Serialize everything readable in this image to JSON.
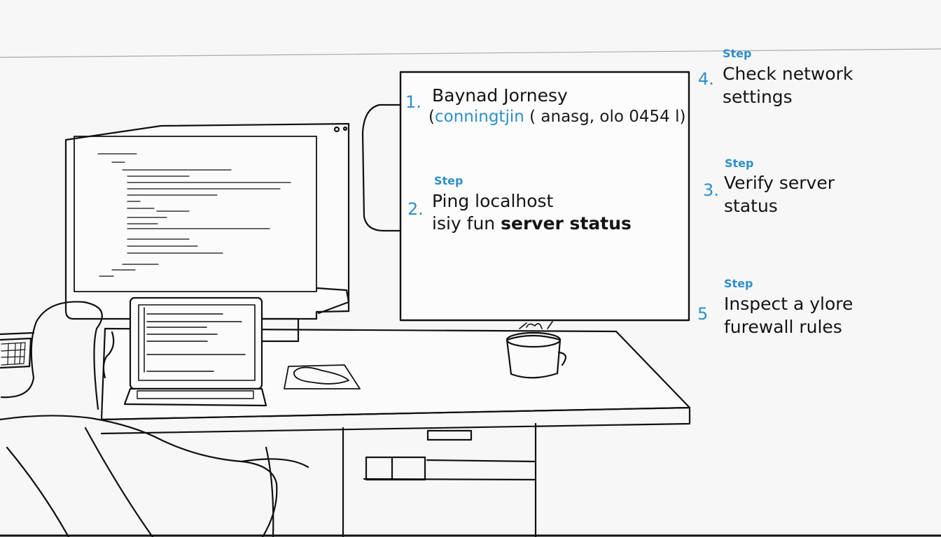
{
  "panel": {
    "step1": {
      "number": "1.",
      "title": "Baynad Jornesy",
      "detail_open": "(",
      "detail_highlight": "conningtjin",
      "detail_rest": " ( anasg, olo 0454 l)"
    },
    "step2": {
      "tag": "Step",
      "number": "2.",
      "title": "Ping localhost",
      "detail_prefix": "isiy fun ",
      "detail_bold": "server status"
    }
  },
  "side_steps": [
    {
      "tag": "Step",
      "number": "4.",
      "line1": "Check network",
      "line2": "settings"
    },
    {
      "tag": "Step",
      "number": "3.",
      "line1": "Verify server",
      "line2": "status"
    },
    {
      "tag": "Step",
      "number": "5",
      "line1": "Inspect a ylore",
      "line2": "furewall rules"
    }
  ],
  "colors": {
    "accent": "#2f8fc9",
    "ink": "#141414",
    "paper": "#f7f7f7"
  }
}
